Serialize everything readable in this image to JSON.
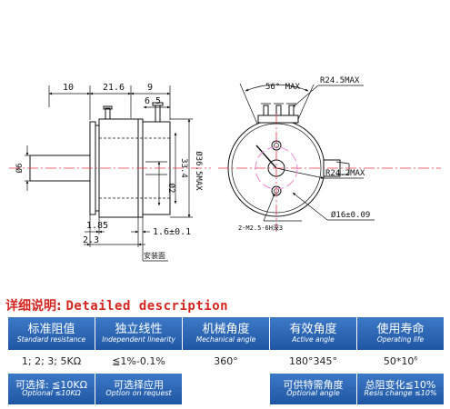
{
  "drawing": {
    "dims": {
      "d10": "10",
      "d21_6": "21.6",
      "d9": "9",
      "d6_5": "6.5",
      "phi6": "Ø6",
      "phi2": "Ø2",
      "d33_4": "33.4",
      "phi36_5": "Ø36.5MAX",
      "d1_85": "1.85",
      "d1_6": "1.6±0.1",
      "d2_3": "2.3",
      "mount_face": "安装面",
      "angle56": "56° MAX",
      "r24_5": "R24.5MAX",
      "r24_2": "R24.2MAX",
      "holes": "2-M2.5-6H深3",
      "phi16": "Ø16±0.09"
    }
  },
  "spec": {
    "heading_zh": "详细说明:",
    "heading_en": "Detailed description",
    "headers": [
      {
        "zh": "标准阻值",
        "en": "Standard resistance"
      },
      {
        "zh": "独立线性",
        "en": "Independent linearity"
      },
      {
        "zh": "机械角度",
        "en": "Mechanical angle"
      },
      {
        "zh": "有效角度",
        "en": "Active angle"
      },
      {
        "zh": "使用寿命",
        "en": "Operating life"
      }
    ],
    "values": [
      "1; 2; 3; 5KΩ",
      "≦1%-0.1%",
      "360°",
      "180°345°",
      "50*10"
    ],
    "life_exp": "6",
    "footer": {
      "c1": {
        "zh": "可选择: ≦10KΩ",
        "en": "Optional ≤10KΩ"
      },
      "c2": {
        "zh": "可选择应用",
        "en": "Option on request"
      },
      "c4": {
        "zh": "可供特需角度",
        "en": "Optional angle"
      },
      "c5": {
        "zh": "总阻变化≦10%",
        "en": "Resis change ≤10%"
      }
    }
  }
}
